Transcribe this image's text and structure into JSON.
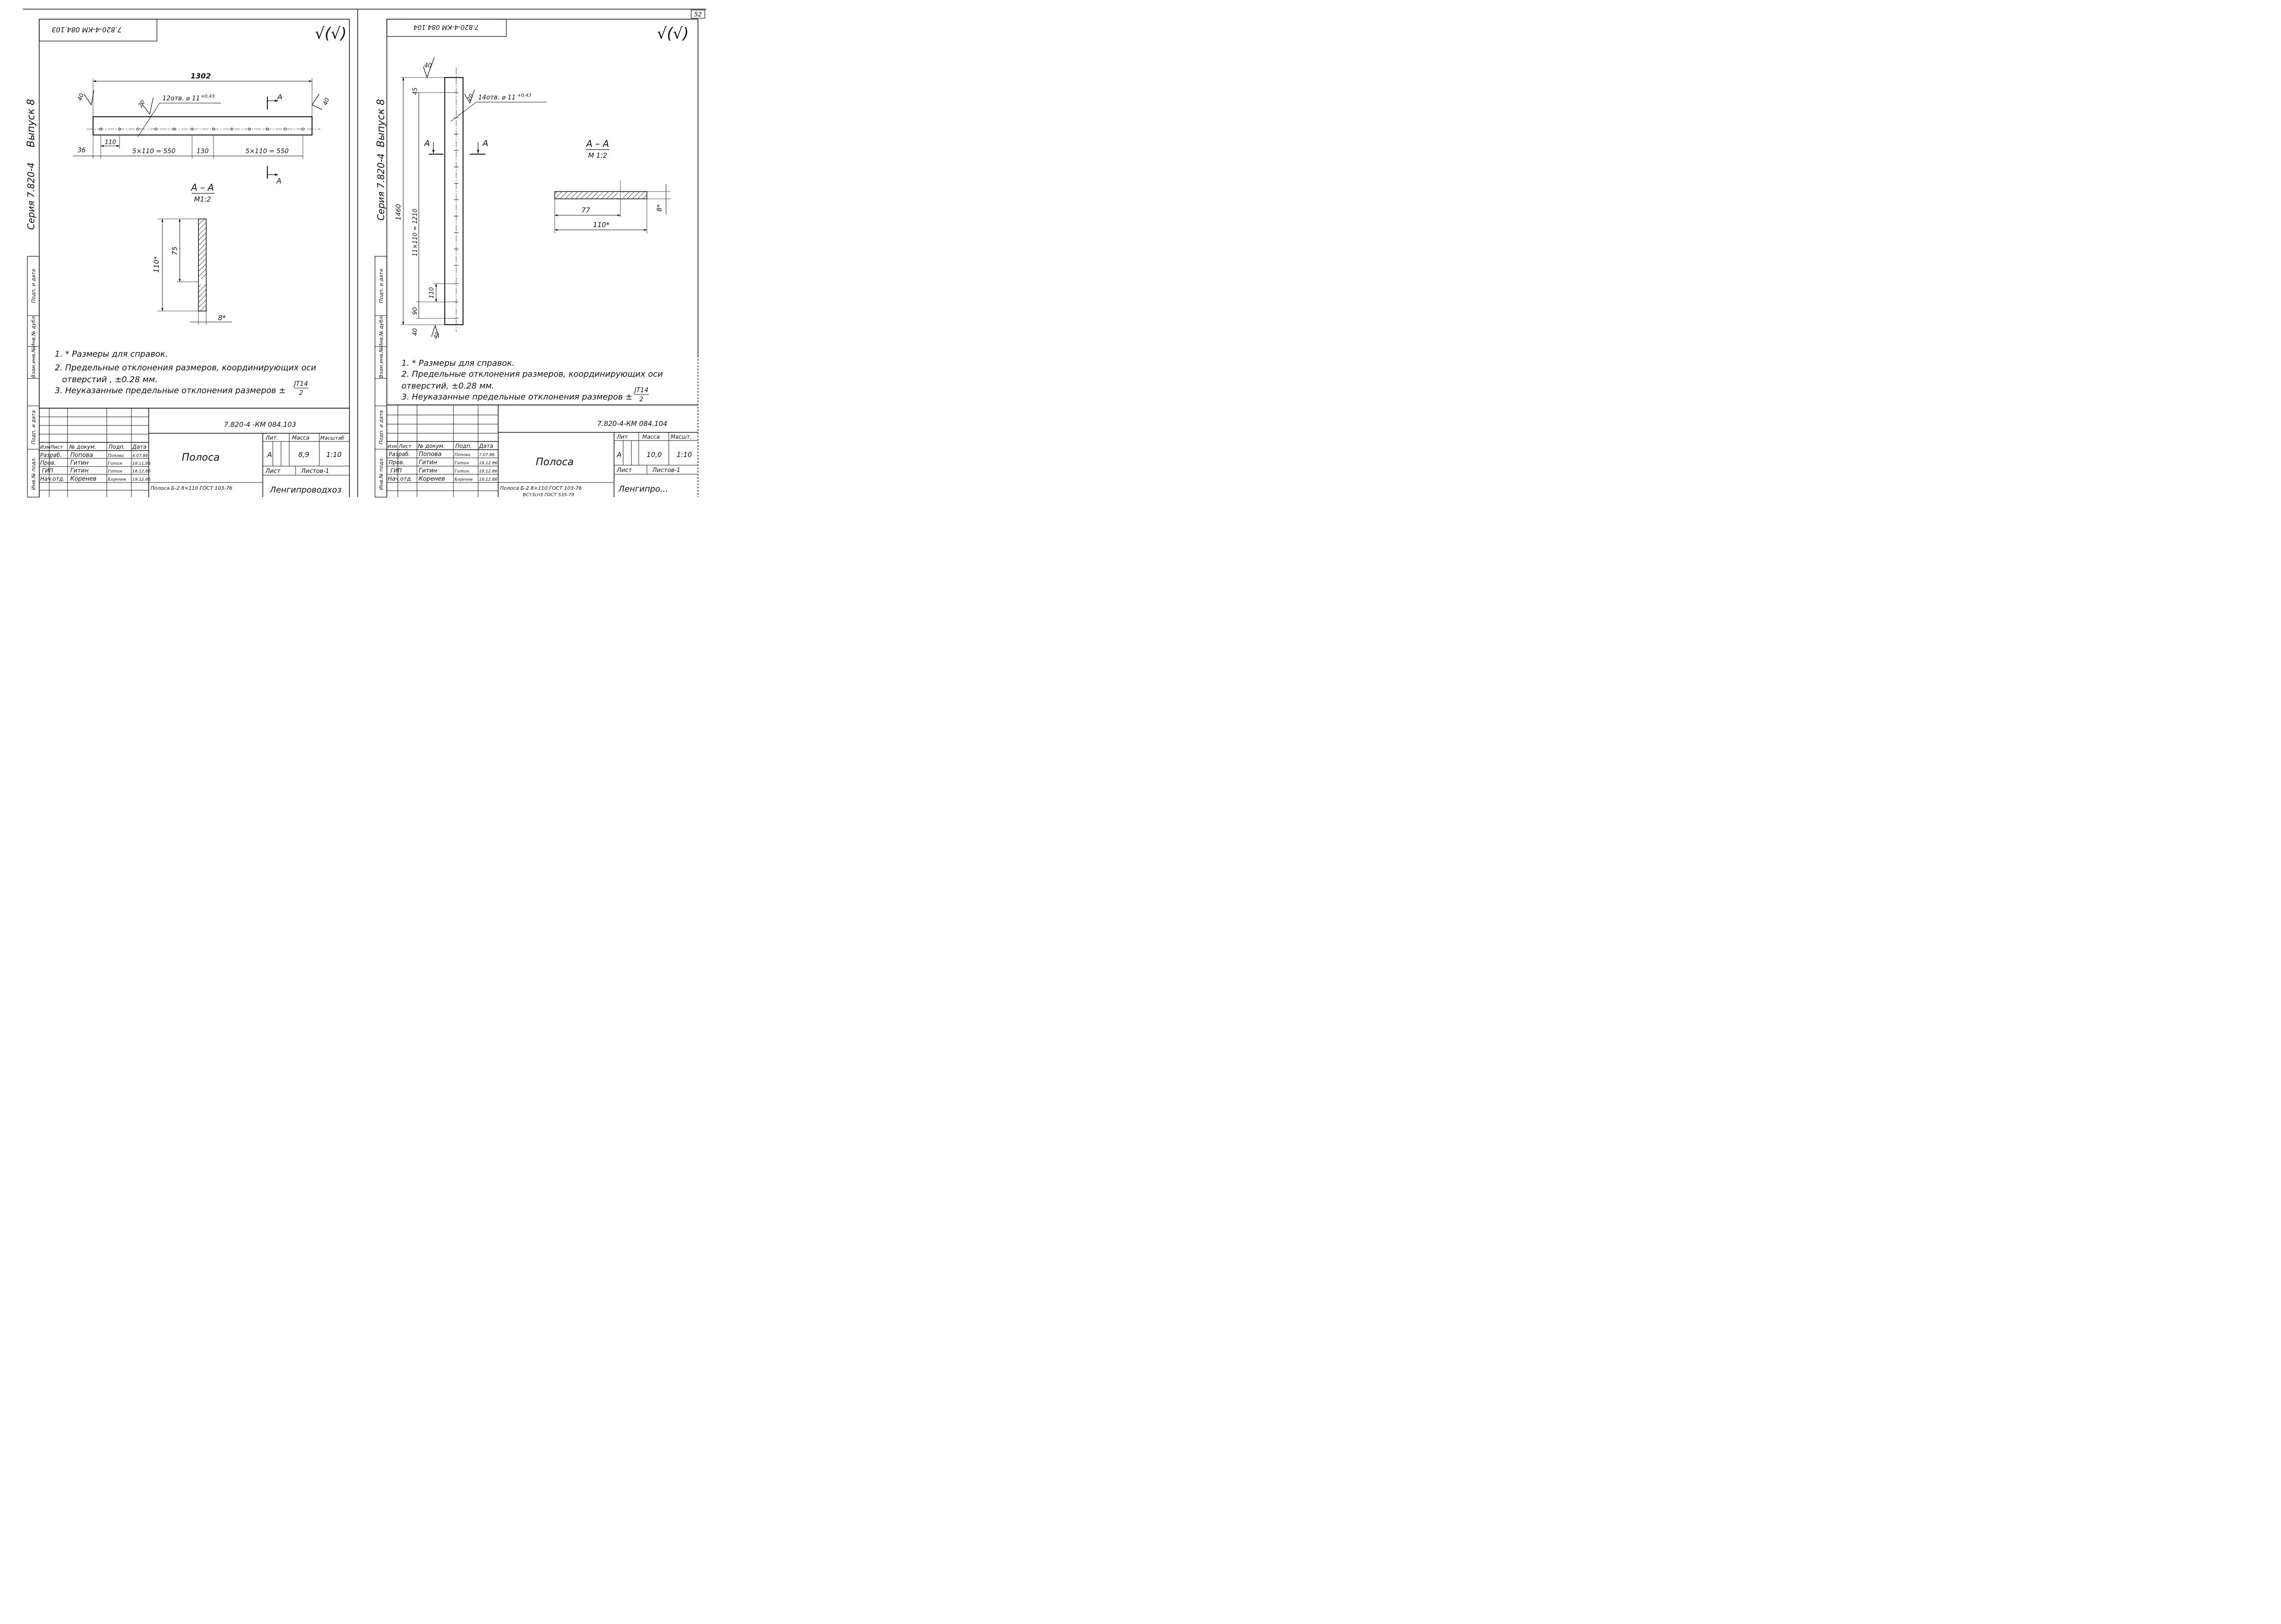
{
  "page_number": "52",
  "sheets": [
    {
      "stamp": "7.820-4-КМ 084.103",
      "series": "Серия 7.820-4",
      "issue": "Выпуск 8",
      "roughness": "√(√)",
      "roughness_main": "40",
      "roughness_holes": "20",
      "overall_length": "1302",
      "holes_note": "12отв. ⌀ 11",
      "holes_tol": "+0.43",
      "section_letter": "А",
      "dims": [
        "36",
        "110",
        "5×110 = 550",
        "130",
        "5×110 = 550"
      ],
      "section_title": "А – А",
      "section_scale": "М1:2",
      "section_dims": [
        "110*",
        "75",
        "8*"
      ],
      "notes": [
        "1. * Размеры для справок.",
        "2. Предельные отклонения размеров, координирующих оси",
        "отверстий , ±0.28 мм.",
        "3. Неуказанные предельные отклонения размеров ±"
      ],
      "tol_num": "JT14",
      "tol_den": "2",
      "side_strip": [
        "Подп. и дата",
        "Инв.№ дубл.",
        "Взам.инв.№",
        "Подп. и дата",
        "Инв.№ подл."
      ],
      "title_block": {
        "code": "7.820-4 -КМ 084.103",
        "headers": [
          "Изм",
          "Лист",
          "№ докум.",
          "Подп.",
          "Дата"
        ],
        "rows": [
          [
            "Разраб.",
            "Попова",
            "Попова",
            "4.07.86"
          ],
          [
            "Пров.",
            "Гитин",
            "Гитин",
            "18.11.86"
          ],
          [
            "ГИП",
            "Гитин",
            "Гитин",
            "18.12.86"
          ],
          [
            "Нач.отд.",
            "Коренев",
            "Коренев",
            "19.12.86"
          ]
        ],
        "name": "Полоса",
        "lit_label": "Лит.",
        "mass_label": "Масса",
        "scale_label": "Масштаб",
        "lit": "А",
        "mass": "8,9",
        "scale": "1:10",
        "sheet_label": "Лист",
        "sheets_label": "Листов-1",
        "material": "Полоса Б-2  8×110  ГОСТ 103-76",
        "org": "Ленгипроводхоз"
      }
    },
    {
      "stamp": "7.820-4-КМ 084.104",
      "series": "Серия 7.820-4",
      "issue": "Выпуск 8",
      "roughness": "√(√)",
      "roughness_main": "40",
      "roughness_holes": "20",
      "overall_length": "1460",
      "holes_note": "14отв. ⌀ 11",
      "holes_tol": "+0.43",
      "section_letter": "А",
      "dims": [
        "45",
        "11×110 = 1210",
        "110",
        "90",
        "40",
        "40"
      ],
      "section_title": "А – А",
      "section_scale": "М 1:2",
      "section_dims": [
        "77",
        "110*",
        "8*"
      ],
      "notes": [
        "1. * Размеры для справок.",
        "2. Предельные отклонения размеров, координирующих оси",
        "отверстий, ±0.28 мм.",
        "3. Неуказанные предельные отклонения размеров ±"
      ],
      "tol_num": "JT14",
      "tol_den": "2",
      "side_strip": [
        "Подп. и дата",
        "Инв.№ дубл.",
        "Взам.инв.№",
        "Подп. и дата",
        "Инв.№ подл."
      ],
      "title_block": {
        "code": "7.820-4-КМ 084.104",
        "headers": [
          "Изм",
          "Лист",
          "№ докум.",
          "Подп.",
          "Дата"
        ],
        "rows": [
          [
            "Разраб.",
            "Попова",
            "Попова",
            "7.07.86"
          ],
          [
            "Пров.",
            "Гитин",
            "Гитин",
            "18.12.86"
          ],
          [
            "ГИП",
            "Гитин",
            "Гитин",
            "18.12.86"
          ],
          [
            "Нач.отд.",
            "Коренев",
            "Коренев",
            "18.12.86"
          ]
        ],
        "name": "Полоса",
        "lit_label": "Лит",
        "mass_label": "Масса",
        "scale_label": "Масшт.",
        "lit": "А",
        "mass": "10,0",
        "scale": "1:10",
        "sheet_label": "Лист",
        "sheets_label": "Листов-1",
        "material": "Полоса Б-2  8×110  ГОСТ 103-76",
        "material2": "ВСт3сп5 ГОСТ 535-79",
        "org": "Ленгипро..."
      }
    }
  ]
}
